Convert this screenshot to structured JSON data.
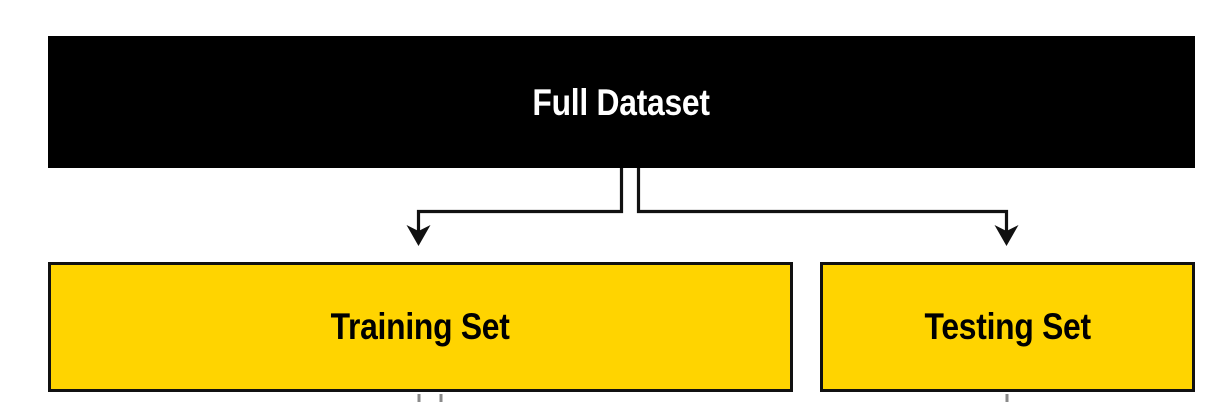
{
  "diagram": {
    "title_text": "Full Dataset",
    "background_color": "#ffffff",
    "root": {
      "label": "Full Dataset",
      "fill_color": "#000000",
      "text_color": "#ffffff"
    },
    "branches": [
      {
        "label": "Training Set",
        "fill_color": "#ffd400",
        "border_color": "#111111",
        "text_color": "#000000"
      },
      {
        "label": "Testing Set",
        "fill_color": "#ffd400",
        "border_color": "#111111",
        "text_color": "#000000"
      }
    ],
    "connectors": {
      "left_arrow_name": "arrow-to-training-set",
      "right_arrow_name": "arrow-to-testing-set",
      "stroke_color": "#111111"
    }
  }
}
